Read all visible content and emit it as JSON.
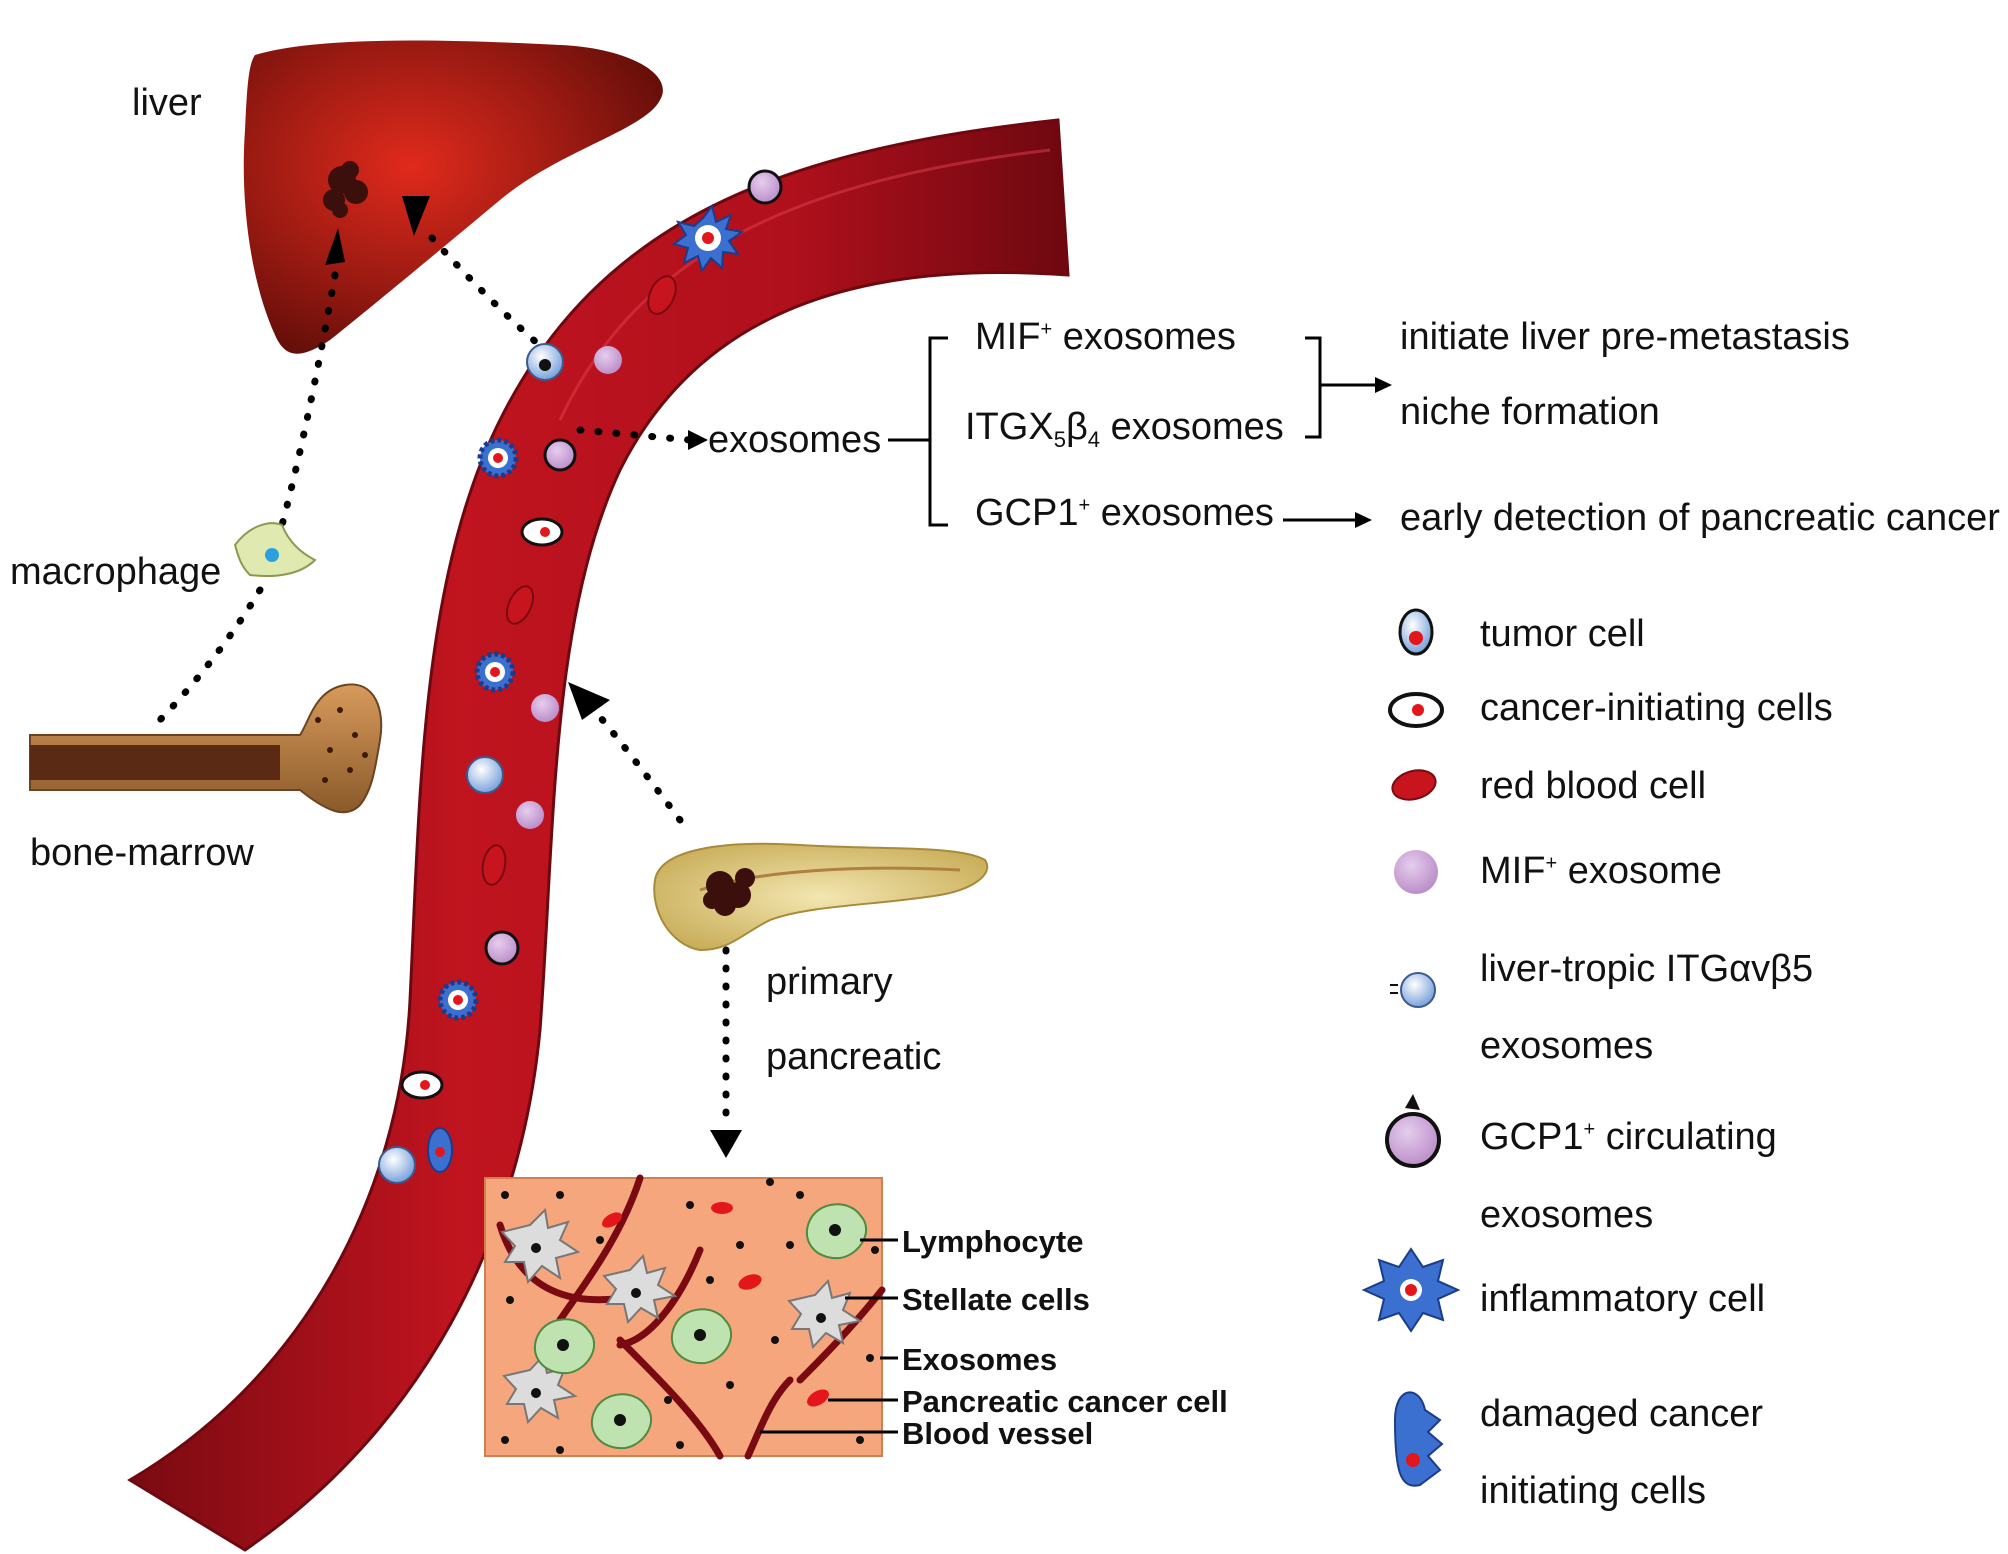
{
  "organs": {
    "liver": "liver",
    "macrophage": "macrophage",
    "bone_marrow": "bone-marrow",
    "primary_line1": "primary",
    "primary_line2": "pancreatic"
  },
  "exosome_branch": {
    "root": "exosomes",
    "mif_prefix": "MIF",
    "mif_sup": "+",
    "mif_suffix": "exosomes",
    "itg_prefix": "ITGX",
    "itg_sub1": "5",
    "itg_beta": "β",
    "itg_sub2": "4",
    "itg_suffix": "exosomes",
    "gcp_prefix": "GCP1",
    "gcp_sup": "+",
    "gcp_suffix": "exosomes",
    "outcome_liver_1": "initiate liver  pre-metastasis",
    "outcome_liver_2": "niche formation",
    "outcome_early": "early detection of pancreatic cancer"
  },
  "legend": {
    "tumor_cell": "tumor cell",
    "cancer_initiating": "cancer-initiating cells",
    "red_blood_cell": "red blood cell",
    "mif_prefix": "MIF",
    "mif_sup": "+",
    "mif_suffix": "exosome",
    "liver_tropic_1": "liver-tropic ITGαvβ5",
    "liver_tropic_2": "exosomes",
    "gcp_prefix": "GCP1",
    "gcp_sup": "+",
    "gcp_suffix": "circulating",
    "gcp_line2": "exosomes",
    "inflammatory": "inflammatory cell",
    "damaged_1": "damaged cancer",
    "damaged_2": "initiating cells"
  },
  "micro_legend": {
    "lymphocyte": "Lymphocyte",
    "stellate": "Stellate cells",
    "exosomes": "Exosomes",
    "pancreatic_cancer_cell": "Pancreatic cancer cell",
    "blood_vessel": "Blood vessel"
  },
  "colors": {
    "vessel": "#b0101c",
    "vessel_dark": "#7a0a12",
    "liver": "#8e1a12",
    "tumor_mass": "#3b0f0c",
    "mif_exosome": "#c8a0d2",
    "tumor_cell_fill": "#aac8ee",
    "nucleus": "#e3161b",
    "inflammatory": "#3b6fd0",
    "tissue": "#f6a67c",
    "lymphocyte": "#bfe3b0",
    "stellate": "#dcdcdc",
    "bone": "#b07840",
    "macrophage": "#dfe9b0",
    "pancreas": "#e8d592"
  },
  "icons": [
    "liver-icon",
    "bone-marrow-icon",
    "macrophage-icon",
    "pancreas-icon",
    "tumor-cell-icon",
    "cancer-initiating-cell-icon",
    "red-blood-cell-icon",
    "mif-exosome-icon",
    "liver-tropic-exosome-icon",
    "gcp1-exosome-icon",
    "inflammatory-cell-icon",
    "damaged-cancer-cell-icon",
    "lymphocyte-icon",
    "stellate-cell-icon"
  ]
}
